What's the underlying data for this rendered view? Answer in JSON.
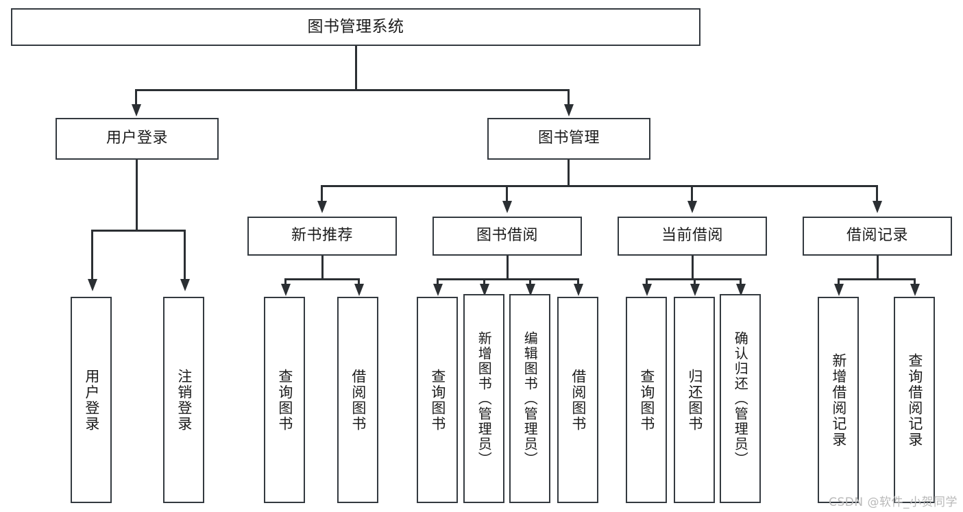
{
  "diagram": {
    "title": "图书管理系统",
    "watermark": "CSDN @软件_小贺同学",
    "root": {
      "id": "root",
      "label": "图书管理系统"
    },
    "level2": [
      {
        "id": "user-login",
        "label": "用户登录"
      },
      {
        "id": "book-manage",
        "label": "图书管理"
      }
    ],
    "level3": [
      {
        "id": "new-book-recommend",
        "label": "新书推荐"
      },
      {
        "id": "book-borrow",
        "label": "图书借阅"
      },
      {
        "id": "current-borrow",
        "label": "当前借阅"
      },
      {
        "id": "borrow-record",
        "label": "借阅记录"
      }
    ],
    "leaves": {
      "user_login": [
        {
          "id": "leaf-user-login",
          "label": "用户登录"
        },
        {
          "id": "leaf-logout-login",
          "label": "注销登录"
        }
      ],
      "new_book_recommend": [
        {
          "id": "leaf-query-book-1",
          "label": "查询图书"
        },
        {
          "id": "leaf-borrow-book-1",
          "label": "借阅图书"
        }
      ],
      "book_borrow": [
        {
          "id": "leaf-query-book-2",
          "label": "查询图书"
        },
        {
          "id": "leaf-add-book",
          "label": "新增图书（管理员）"
        },
        {
          "id": "leaf-edit-book",
          "label": "编辑图书（管理员）"
        },
        {
          "id": "leaf-borrow-book-2",
          "label": "借阅图书"
        }
      ],
      "current_borrow": [
        {
          "id": "leaf-query-book-3",
          "label": "查询图书"
        },
        {
          "id": "leaf-return-book",
          "label": "归还图书"
        },
        {
          "id": "leaf-confirm-return",
          "label": "确认归还（管理员）"
        }
      ],
      "borrow_record": [
        {
          "id": "leaf-add-record",
          "label": "新增借阅记录"
        },
        {
          "id": "leaf-query-record",
          "label": "查询借阅记录"
        }
      ]
    },
    "colors": {
      "stroke": "#33393f",
      "line": "#2b2f33",
      "background": "#ffffff",
      "text": "#1b1b1b",
      "watermark": "#b9b9b9"
    }
  }
}
